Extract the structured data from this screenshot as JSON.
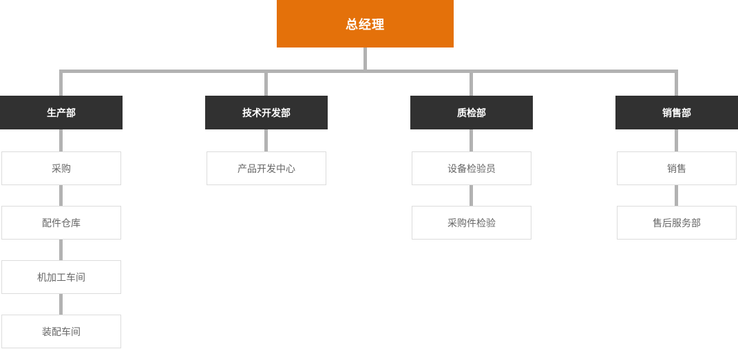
{
  "root": {
    "label": "总经理"
  },
  "columns": [
    {
      "dept": "生产部",
      "children": [
        "采购",
        "配件仓库",
        "机加工车间",
        "装配车间"
      ]
    },
    {
      "dept": "技术开发部",
      "children": [
        "产品开发中心"
      ]
    },
    {
      "dept": "质检部",
      "children": [
        "设备检验员",
        "采购件检验"
      ]
    },
    {
      "dept": "销售部",
      "children": [
        "销售",
        "售后服务部"
      ]
    }
  ],
  "colors": {
    "root_bg": "#E4710A",
    "root_text": "#FFFFFF",
    "dept_bg": "#313131",
    "dept_text": "#FFFFFF",
    "connector": "#B2B2B2",
    "child_border": "#DCDCDC",
    "child_text": "#666666"
  }
}
